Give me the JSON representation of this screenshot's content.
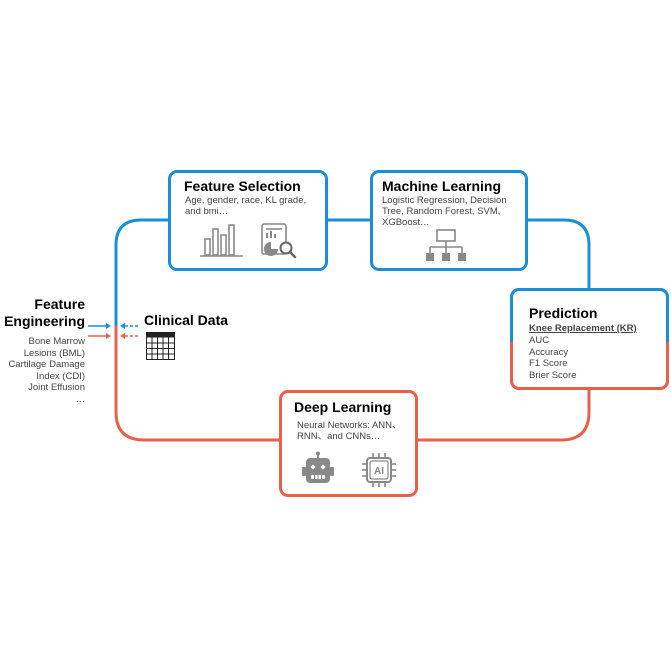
{
  "feature_engineering": {
    "title_line1": "Feature",
    "title_line2": "Engineering",
    "items": [
      "Bone Marrow",
      "Lesions (BML)",
      "Cartilage Damage",
      "Index (CDI)",
      "Joint Effusion",
      "…"
    ]
  },
  "clinical_data": {
    "title": "Clinical Data",
    "icon": "table-icon"
  },
  "feature_selection": {
    "title": "Feature Selection",
    "body_lines": [
      "Age, gender, race, KL grade,",
      "and bmi…"
    ],
    "icons": [
      "bar-chart-icon",
      "report-search-icon"
    ]
  },
  "machine_learning": {
    "title": "Machine Learning",
    "body_lines": [
      "Logistic Regression, Decision",
      "Tree, Random Forest, SVM,",
      "XGBoost…"
    ],
    "icons": [
      "hierarchy-icon"
    ]
  },
  "prediction": {
    "title": "Prediction",
    "subtitle": "Knee Replacement (KR)",
    "items": [
      "AUC",
      "Accuracy",
      "F1 Score",
      "Brier Score"
    ]
  },
  "deep_learning": {
    "title": "Deep Learning",
    "body_lines": [
      "Neural Networks: ANN、",
      "RNN、and CNNs…"
    ],
    "icons": [
      "robot-icon",
      "ai-chip-icon"
    ]
  },
  "colors": {
    "blue": "#1a8fd8",
    "red": "#e8604c",
    "icon_gray": "#888888"
  }
}
